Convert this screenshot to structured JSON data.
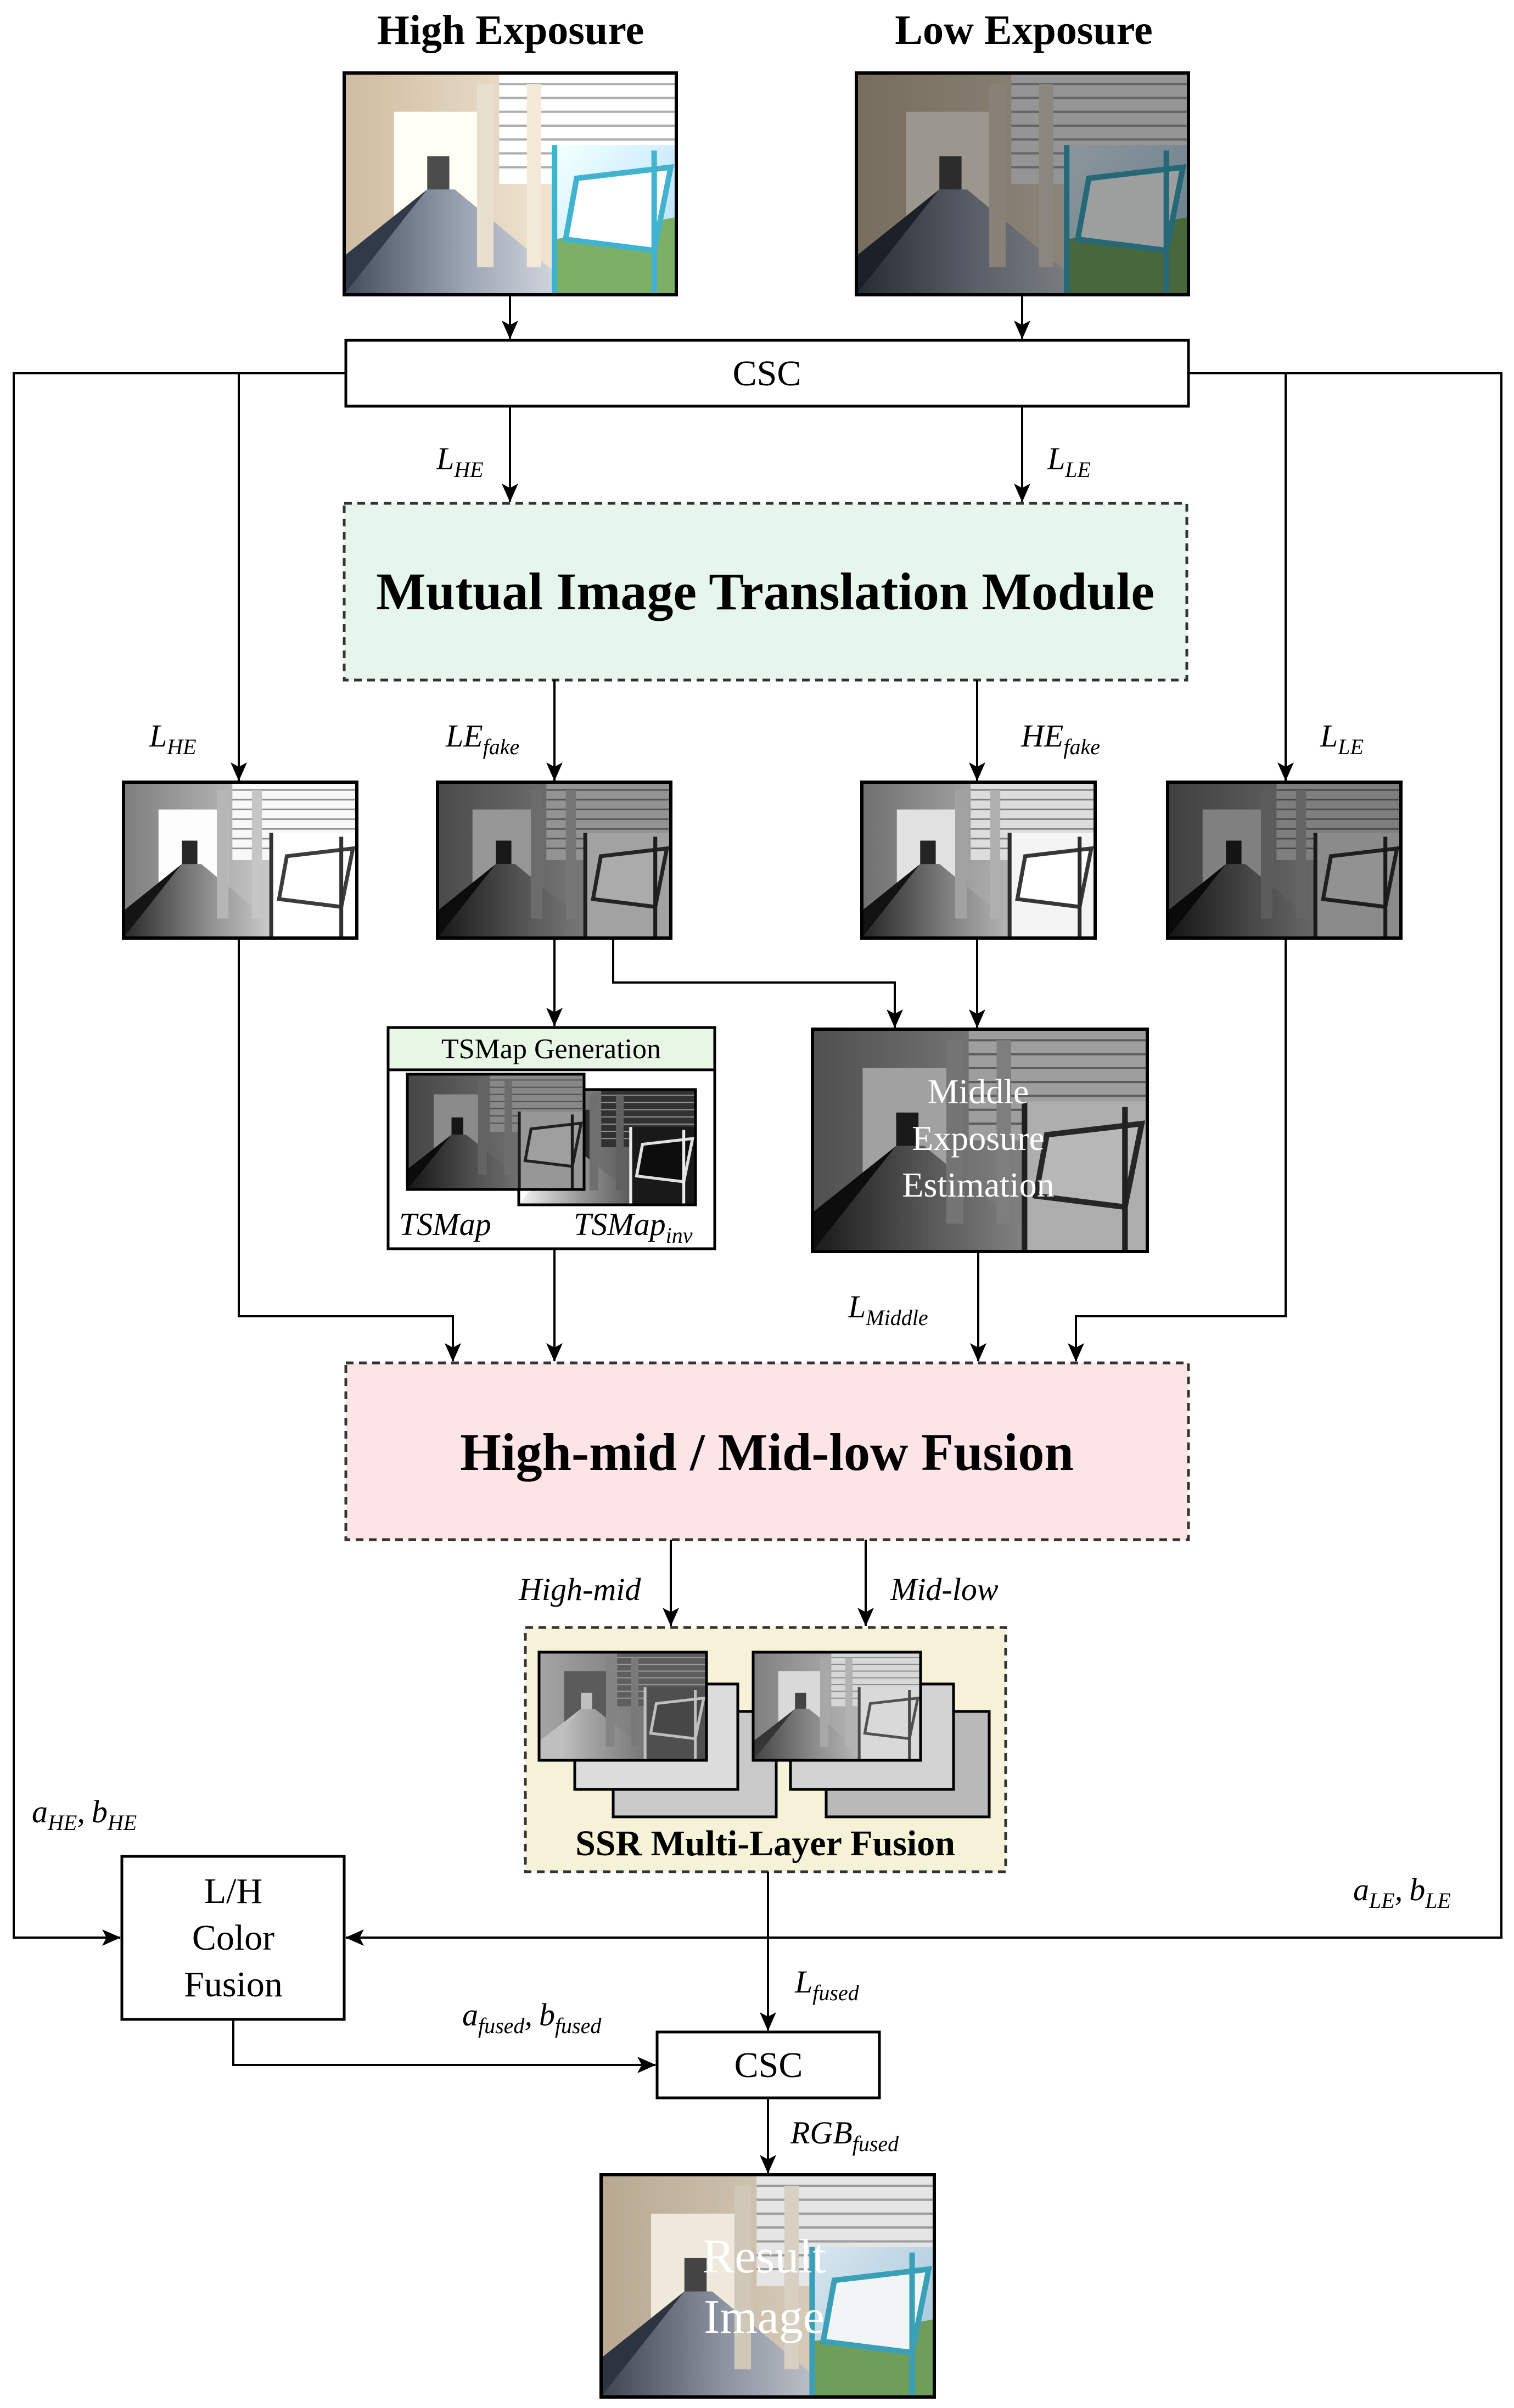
{
  "inputs": {
    "high_exposure": "High Exposure",
    "low_exposure": "Low Exposure"
  },
  "csc_top": "CSC",
  "csc_bottom": "CSC",
  "labels": {
    "L": "L",
    "HE": "HE",
    "LE": "LE",
    "LE_fake_base": "LE",
    "HE_fake_base": "HE",
    "fake": "fake",
    "L_middle_base": "L",
    "Middle": "Middle",
    "high_mid": "High-mid",
    "mid_low": "Mid-low",
    "a": "a",
    "b": "b",
    "comma": ",",
    "fused": "fused",
    "L_fused_base": "L",
    "RGB": "RGB",
    "tsmap": "TSMap",
    "tsmap_inv_base": "TSMap",
    "inv": "inv"
  },
  "modules": {
    "mutual": "Mutual Image Translation Module",
    "fusion": "High-mid / Mid-low Fusion",
    "ssr": "SSR Multi-Layer Fusion",
    "tsmap_gen": "TSMap Generation",
    "middle_estimation": [
      "Middle",
      "Exposure",
      "Estimation"
    ],
    "color_fusion": [
      "L/H",
      "Color",
      "Fusion"
    ],
    "result": [
      "Result",
      "Image"
    ]
  },
  "colors": {
    "mutual_fill": "#e6f6ec",
    "fusion_fill": "#fde4e6",
    "ssr_fill": "#f6f2d8",
    "tsmap_header": "#e8f6e6",
    "line": "#000000"
  }
}
